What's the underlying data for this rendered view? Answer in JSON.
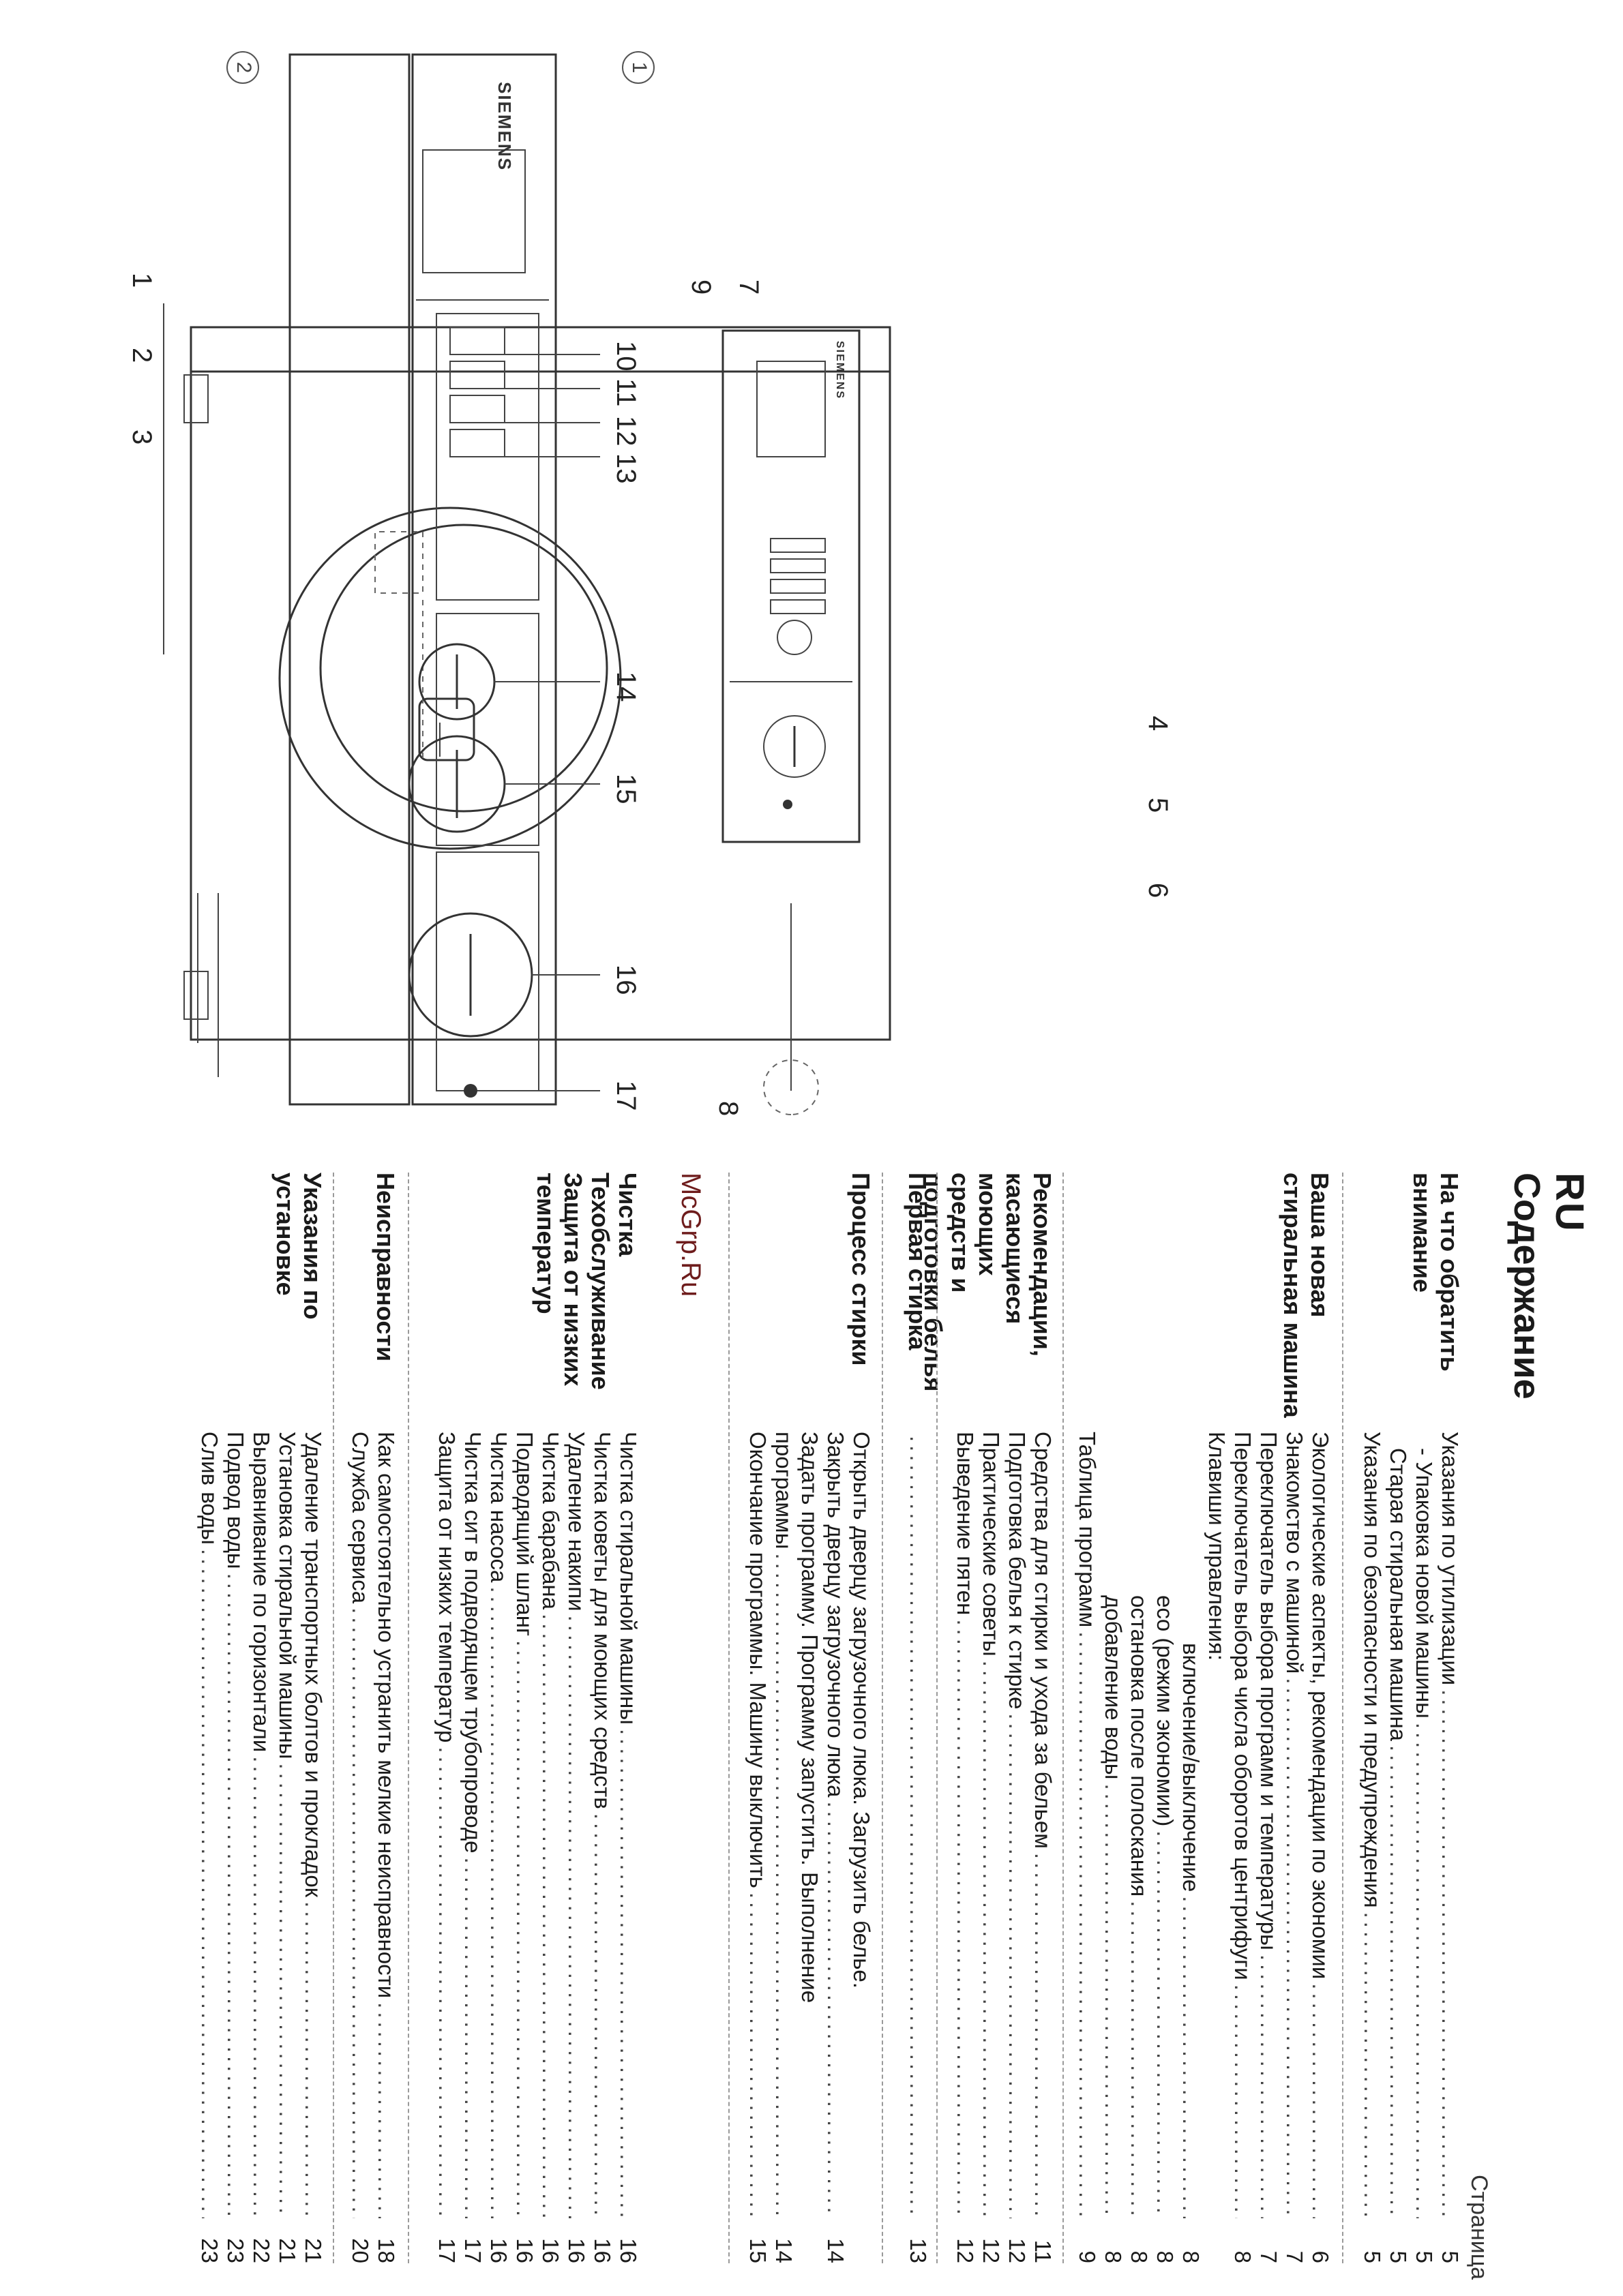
{
  "page": {
    "language": "RU",
    "title": "Содержание",
    "page_column_label": "Страница",
    "watermark": "McGrp.Ru"
  },
  "figures": {
    "fig1_marker": "1",
    "fig2_marker": "2",
    "brand": "SIEMENS",
    "fig1_callouts": [
      "1",
      "2",
      "3",
      "4",
      "5",
      "6",
      "7",
      "8",
      "9"
    ],
    "fig2_callouts": [
      "10",
      "11",
      "12",
      "13",
      "14",
      "15",
      "16",
      "17"
    ]
  },
  "toc": [
    {
      "heading": "На что обратить\nвнимание",
      "entries": [
        {
          "text": "Указания по утилизации",
          "page": "5",
          "style": "plain"
        },
        {
          "text": "- Упаковка новой машины",
          "page": "5",
          "style": "indent1"
        },
        {
          "text": "Старая стиральная машина",
          "page": "5",
          "style": "indent1"
        },
        {
          "text": "Указания по безопасности и предупреждения",
          "page": "5",
          "style": ""
        }
      ]
    },
    {
      "heading": "Ваша новая\nстиральная машина",
      "entries": [
        {
          "text": "Экологические аспекты, рекомендации по экономии",
          "page": "6",
          "style": ""
        },
        {
          "text": "Знакомство с машиной",
          "page": "7",
          "style": ""
        },
        {
          "text": "Переключатель выбора программ и температуры",
          "page": "7",
          "style": ""
        },
        {
          "text": "Переключатель выбора числа оборотов центрифуги",
          "page": "8",
          "style": ""
        },
        {
          "text": "Клавиши управления:",
          "page": "",
          "style": "plain"
        },
        {
          "text": "включение/выключение",
          "page": "8",
          "style": "indent2"
        },
        {
          "text": "eco (режим экономии)",
          "page": "8",
          "style": "indent3"
        },
        {
          "text": "остановка после полоскания",
          "page": "8",
          "style": "indent3"
        },
        {
          "text": "добавление воды",
          "page": "8",
          "style": "indent3"
        },
        {
          "text": "Таблица программ",
          "page": "9",
          "style": ""
        }
      ]
    },
    {
      "heading": "Рекомендации,\nкасающиеся моющих\nсредств и\nподготовки белья",
      "entries": [
        {
          "text": "Средства для стирки и ухода за бельем",
          "page": "11",
          "style": ""
        },
        {
          "text": "Подготовка белья к стирке",
          "page": "12",
          "style": ""
        },
        {
          "text": "Практические советы",
          "page": "12",
          "style": ""
        },
        {
          "text": "Выведение пятен",
          "page": "12",
          "style": ""
        }
      ]
    },
    {
      "heading": "Первая стирка",
      "entries": [
        {
          "text": "",
          "page": "13",
          "style": ""
        }
      ]
    },
    {
      "heading": "Процесс стирки",
      "entries": [
        {
          "text": "Открыть дверцу загрузочного люка. Загрузить белье.",
          "page": "",
          "style": "plain"
        },
        {
          "text": "Закрыть дверцу загрузочного люка",
          "page": "14",
          "style": ""
        },
        {
          "text": "Задать программу. Программу запустить. Выполнение",
          "page": "",
          "style": "plain"
        },
        {
          "text": "программы",
          "page": "14",
          "style": ""
        },
        {
          "text": "Окончание программы. Машину выключить",
          "page": "15",
          "style": ""
        }
      ]
    },
    {
      "heading": "Чистка\nТехобслуживание\nЗащита от низких\nтемператур",
      "entries": [
        {
          "text": "Чистка стиральной машины",
          "page": "16",
          "style": ""
        },
        {
          "text": "Чистка коветы для моющих средств",
          "page": "16",
          "style": ""
        },
        {
          "text": "Удаление накипи",
          "page": "16",
          "style": ""
        },
        {
          "text": "Чистка барабана",
          "page": "16",
          "style": ""
        },
        {
          "text": "Подводящий шланг",
          "page": "16",
          "style": ""
        },
        {
          "text": "Чистка насоса",
          "page": "16",
          "style": ""
        },
        {
          "text": "Чистка сит в подводящем трубопроводе",
          "page": "17",
          "style": ""
        },
        {
          "text": "Защита от низких температур",
          "page": "17",
          "style": ""
        }
      ]
    },
    {
      "heading": "Неисправности",
      "entries": [
        {
          "text": "Как самостоятельно устранить мелкие неисправности",
          "page": "18",
          "style": ""
        },
        {
          "text": "Служба сервиса",
          "page": "20",
          "style": ""
        }
      ]
    },
    {
      "heading": "Указания по\nустановке",
      "entries": [
        {
          "text": "Удаление транспортных болтов и прокладок",
          "page": "21",
          "style": ""
        },
        {
          "text": "Установка стиральной машины",
          "page": "21",
          "style": ""
        },
        {
          "text": "Выравнивание по горизонтали",
          "page": "22",
          "style": ""
        },
        {
          "text": "Подвод воды",
          "page": "23",
          "style": ""
        },
        {
          "text": "Слив воды",
          "page": "23",
          "style": ""
        }
      ]
    }
  ]
}
